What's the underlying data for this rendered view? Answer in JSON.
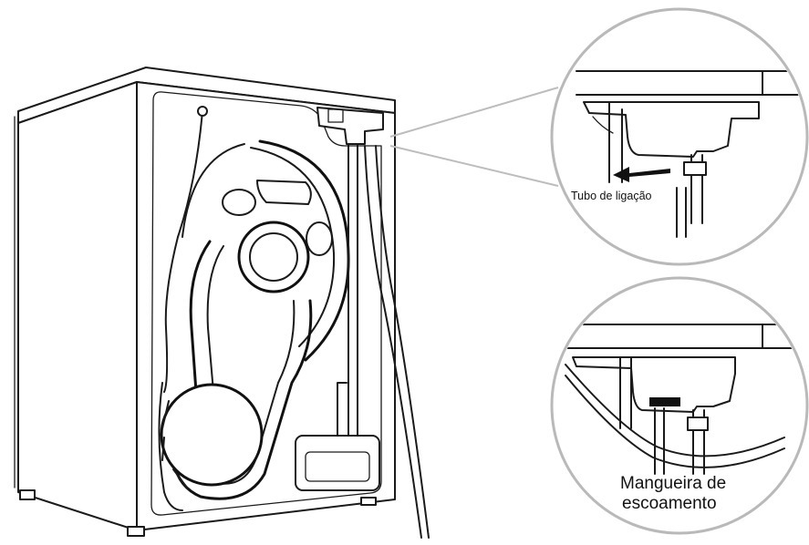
{
  "labels": {
    "connection_tube": "Tubo de ligação",
    "drain_hose_line1": "Mangueira de",
    "drain_hose_line2": "escoamento"
  },
  "colors": {
    "line": "#1a1a1a",
    "callout_outline": "#b9b9b9",
    "background": "#ffffff"
  },
  "icons": {
    "arrow": "left-arrow-icon"
  }
}
